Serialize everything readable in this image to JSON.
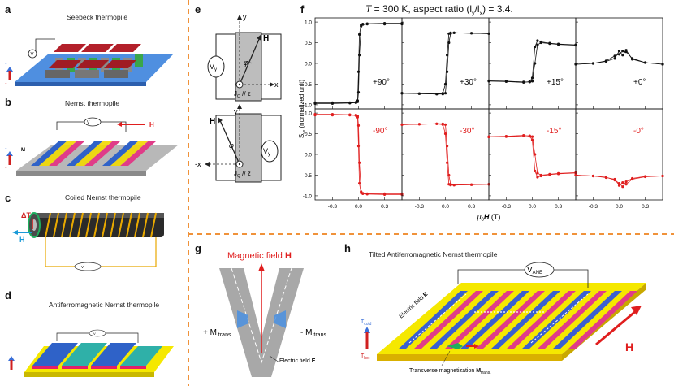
{
  "labels": {
    "a": "a",
    "b": "b",
    "c": "c",
    "d": "d",
    "e": "e",
    "f": "f",
    "g": "g",
    "h": "h"
  },
  "panel_a": {
    "title": "Seebeck thermopile",
    "voltmeter": "V",
    "t_cold": "T",
    "t_hot": "T"
  },
  "panel_b": {
    "title": "Nernst thermopile",
    "voltage": "V",
    "field": "H",
    "magnet": "M",
    "t_cold": "T",
    "t_hot": "T"
  },
  "panel_c": {
    "title": "Coiled Nernst thermopile",
    "delta_t": "ΔT",
    "field": "H",
    "voltage": "V"
  },
  "panel_d": {
    "title": "Antiferromagnetic Nernst thermopile",
    "voltage": "V"
  },
  "panel_e": {
    "upper": {
      "y_axis": "y",
      "x_axis": "x",
      "field": "H",
      "angle": "φ",
      "heat": "J",
      "heat_sub": "Q",
      "heat_dir": " // z",
      "volt": "V",
      "volt_sub": "y"
    },
    "lower": {
      "y_axis": "y",
      "x_axis": "-x",
      "field": "H",
      "angle": "φ",
      "heat": "J",
      "heat_sub": "Q",
      "heat_dir": " // z",
      "volt": "V",
      "volt_sub": "y"
    }
  },
  "panel_f": {
    "title_t": "T",
    "title_rest": " = 300 K, aspect ratio (l",
    "title_y": "y",
    "title_mid": "/l",
    "title_x": "x",
    "title_end": ") = 3.4.",
    "ylabel": "S",
    "ylabel_sub": "yx",
    "ylabel_rest": " (normalized unit)",
    "xlabel_mu": "μ",
    "xlabel_0": "0",
    "xlabel_H": "H",
    "xlabel_unit": " (T)",
    "ytick_labels": [
      "1.0",
      "0.5",
      "0.0",
      "-0.5",
      "-1.0"
    ],
    "xtick_labels": [
      "-0.3",
      "0.0",
      "0.3"
    ]
  },
  "panel_g": {
    "title": "Magnetic field ",
    "title_bold": "H",
    "m_plus": "+ M",
    "m_plus_sub": " trans",
    "m_minus": "- M",
    "m_minus_sub": " trans.",
    "efield": "Electric field ",
    "efield_bold": "E"
  },
  "panel_h": {
    "title": "Tilted Antiferromagnetic Nernst thermopile",
    "voltage": "V",
    "voltage_sub": "ANE",
    "efield": "Electric field ",
    "efield_bold": "E",
    "magnetization": "Transverse magnetization ",
    "magnetization_bold": "M",
    "magnetization_sub": "trans.",
    "field": "H",
    "t_cold": "T",
    "t_cold_sub": "cold",
    "t_hot": "T",
    "t_hot_sub": "hot"
  },
  "colors": {
    "red": "#e01e1e",
    "black": "#111111",
    "divider": "#f0923a",
    "blue": "#3a6fd8",
    "yellow": "#f5e800"
  },
  "chart_data": {
    "type": "line",
    "x_unit": "T",
    "xlim": [
      -0.5,
      0.5
    ],
    "ylim": [
      -1.1,
      1.1
    ],
    "grid": false,
    "panels": [
      {
        "angle_label": "+90°",
        "color": "#111111",
        "x": [
          -0.5,
          -0.3,
          -0.1,
          -0.03,
          -0.01,
          0.0,
          0.01,
          0.03,
          0.05,
          0.1,
          0.3,
          0.5
        ],
        "up": [
          -0.95,
          -0.95,
          -0.95,
          -0.94,
          -0.9,
          -0.2,
          0.7,
          0.93,
          0.95,
          0.96,
          0.97,
          0.97
        ],
        "down": [
          -0.97,
          -0.97,
          -0.96,
          -0.95,
          -0.93,
          -0.7,
          0.2,
          0.9,
          0.94,
          0.95,
          0.95,
          0.95
        ]
      },
      {
        "angle_label": "+30°",
        "color": "#111111",
        "x": [
          -0.5,
          -0.3,
          -0.1,
          -0.03,
          0.0,
          0.02,
          0.04,
          0.06,
          0.1,
          0.3,
          0.5
        ],
        "up": [
          -0.72,
          -0.73,
          -0.74,
          -0.74,
          -0.72,
          -0.2,
          0.5,
          0.72,
          0.74,
          0.73,
          0.72
        ],
        "down": [
          -0.72,
          -0.73,
          -0.74,
          -0.72,
          -0.5,
          0.2,
          0.72,
          0.74,
          0.74,
          0.73,
          0.72
        ]
      },
      {
        "angle_label": "+15°",
        "color": "#111111",
        "x": [
          -0.5,
          -0.3,
          -0.1,
          -0.03,
          0.0,
          0.03,
          0.06,
          0.1,
          0.2,
          0.3,
          0.5
        ],
        "up": [
          -0.42,
          -0.43,
          -0.45,
          -0.45,
          -0.43,
          0.0,
          0.45,
          0.5,
          0.48,
          0.46,
          0.44
        ],
        "down": [
          -0.43,
          -0.44,
          -0.46,
          -0.44,
          -0.35,
          0.4,
          0.55,
          0.52,
          0.49,
          0.47,
          0.45
        ]
      },
      {
        "angle_label": "+0°",
        "color": "#111111",
        "x": [
          -0.5,
          -0.3,
          -0.15,
          -0.05,
          0.0,
          0.04,
          0.08,
          0.15,
          0.3,
          0.5
        ],
        "up": [
          -0.02,
          0.0,
          0.06,
          0.18,
          0.22,
          0.3,
          0.28,
          0.12,
          0.02,
          -0.02
        ],
        "down": [
          -0.02,
          0.0,
          0.05,
          0.12,
          0.3,
          0.2,
          0.32,
          0.1,
          0.02,
          -0.02
        ]
      },
      {
        "angle_label": "-90°",
        "color": "#e01e1e",
        "x": [
          -0.5,
          -0.3,
          -0.1,
          -0.03,
          -0.01,
          0.0,
          0.01,
          0.03,
          0.05,
          0.1,
          0.3,
          0.5
        ],
        "up": [
          0.97,
          0.97,
          0.96,
          0.95,
          0.93,
          0.7,
          -0.2,
          -0.9,
          -0.94,
          -0.95,
          -0.95,
          -0.95
        ],
        "down": [
          0.95,
          0.95,
          0.95,
          0.94,
          0.9,
          0.2,
          -0.7,
          -0.93,
          -0.95,
          -0.96,
          -0.97,
          -0.97
        ]
      },
      {
        "angle_label": "-30°",
        "color": "#e01e1e",
        "x": [
          -0.5,
          -0.3,
          -0.1,
          -0.03,
          0.0,
          0.02,
          0.04,
          0.06,
          0.1,
          0.3,
          0.5
        ],
        "up": [
          0.72,
          0.73,
          0.74,
          0.74,
          0.72,
          0.2,
          -0.5,
          -0.72,
          -0.74,
          -0.73,
          -0.72
        ],
        "down": [
          0.72,
          0.73,
          0.74,
          0.72,
          0.5,
          -0.2,
          -0.72,
          -0.74,
          -0.74,
          -0.73,
          -0.72
        ]
      },
      {
        "angle_label": "-15°",
        "color": "#e01e1e",
        "x": [
          -0.5,
          -0.3,
          -0.1,
          -0.03,
          0.0,
          0.03,
          0.06,
          0.1,
          0.2,
          0.3,
          0.5
        ],
        "up": [
          0.42,
          0.43,
          0.45,
          0.45,
          0.43,
          0.0,
          -0.45,
          -0.5,
          -0.48,
          -0.46,
          -0.44
        ],
        "down": [
          0.43,
          0.44,
          0.46,
          0.44,
          0.35,
          -0.4,
          -0.55,
          -0.52,
          -0.49,
          -0.47,
          -0.45
        ]
      },
      {
        "angle_label": "-0°",
        "color": "#e01e1e",
        "x": [
          -0.5,
          -0.3,
          -0.15,
          -0.05,
          0.0,
          0.04,
          0.08,
          0.15,
          0.3,
          0.5
        ],
        "up": [
          -0.5,
          -0.52,
          -0.56,
          -0.6,
          -0.75,
          -0.68,
          -0.72,
          -0.6,
          -0.54,
          -0.52
        ],
        "down": [
          -0.5,
          -0.52,
          -0.55,
          -0.62,
          -0.7,
          -0.78,
          -0.66,
          -0.58,
          -0.53,
          -0.52
        ]
      }
    ]
  }
}
